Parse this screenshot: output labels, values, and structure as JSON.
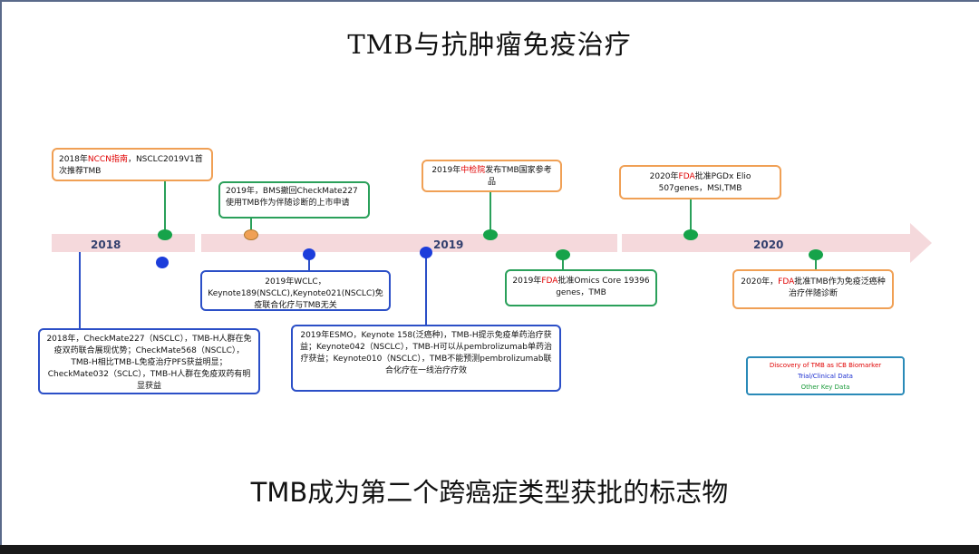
{
  "title": "TMB与抗肿瘤免疫治疗",
  "subtitle": "TMB成为第二个跨癌症类型获批的标志物",
  "years": [
    "2018",
    "2019",
    "2020"
  ],
  "events_top": [
    {
      "pre": "2018年",
      "hl": "NCCN指南",
      "post": "，NSCLC2019V1首次推荐TMB"
    },
    {
      "text": "2019年，BMS撤回CheckMate227使用TMB作为伴随诊断的上市申请"
    },
    {
      "pre": "2019年",
      "hl": "中检院",
      "post": "发布TMB国家参考品"
    },
    {
      "pre": "2020年",
      "hl": "FDA",
      "post": "批准PGDx Elio 507genes，MSI,TMB"
    }
  ],
  "events_bottom": [
    {
      "text": "2018年，CheckMate227（NSCLC），TMB-H人群在免疫双药联合展现优势；CheckMate568（NSCLC），TMB-H相比TMB-L免疫治疗PFS获益明显；CheckMate032（SCLC），TMB-H人群在免疫双药有明显获益"
    },
    {
      "text": "2019年WCLC，Keynote189(NSCLC),Keynote021(NSCLC)免疫联合化疗与TMB无关"
    },
    {
      "text": "2019年ESMO，Keynote 158(泛癌种)，TMB-H提示免疫单药治疗获益；Keynote042（NSCLC），TMB-H可以从pembrolizumab单药治疗获益；Keynote010（NSCLC），TMB不能预测pembrolizumab联合化疗在一线治疗疗效"
    },
    {
      "pre": "2019年",
      "hl": "FDA",
      "post": "批准Omics Core 19396 genes，TMB"
    },
    {
      "pre": "2020年，",
      "hl": "FDA",
      "post": "批准TMB作为免疫泛癌种治疗伴随诊断"
    }
  ],
  "legend": {
    "items": [
      "Discovery of TMB as ICB Biomarker",
      "Trial/Clinical Data",
      "Other Key Data"
    ],
    "colors": [
      "#e00000",
      "#1c2fd0",
      "#1a9a3a"
    ]
  },
  "colors": {
    "orange_border": "#f0a055",
    "green_border": "#2aa05a",
    "blue_border": "#2b4fc7",
    "highlight": "#e00000",
    "timeline": "#f5d9dc"
  }
}
